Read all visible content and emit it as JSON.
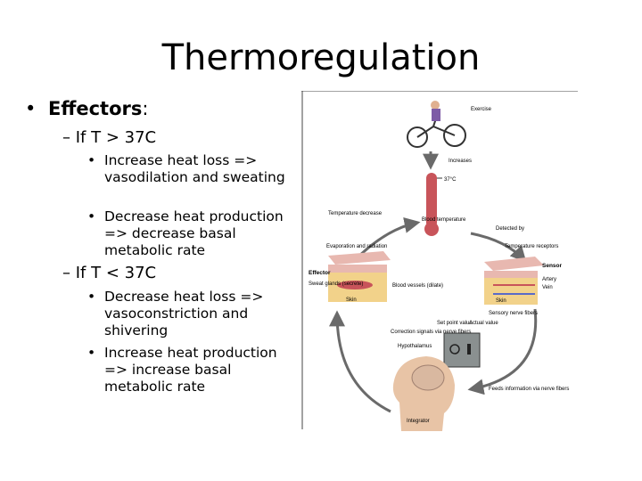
{
  "slide": {
    "title": "Thermoregulation",
    "effectors_label": "Effectors",
    "effectors_colon": ":",
    "sections": [
      {
        "heading": "If T  > 37C",
        "items": [
          "Increase heat loss => vasodilation and sweating",
          "Decrease heat production => decrease basal metabolic rate"
        ]
      },
      {
        "heading": "If T < 37C",
        "items": [
          "Decrease heat loss => vasoconstriction and shivering",
          "Increase heat production => increase basal metabolic rate"
        ]
      }
    ]
  },
  "figure": {
    "exercise": "Exercise",
    "increases": "Increases",
    "thermometer_value": "37°C",
    "blood_temperature": "Blood temperature",
    "temperature_decrease": "Temperature decrease",
    "detected_by": "Detected by",
    "temperature_receptors": "Temperature receptors",
    "evaporation_radiation": "Evaporation and radiation",
    "sensor": "Sensor",
    "artery": "Artery",
    "vein": "Vein",
    "skin": "Skin",
    "sensory_nerve_fibers": "Sensory nerve fibers",
    "effector": "Effector",
    "sweat_glands": "Sweat glands (secrete)",
    "blood_vessels": "Blood vessels (dilate)",
    "skin_effector": "Skin",
    "set_point": "Set point value",
    "actual_value": "Actual value",
    "correction_signals": "Correction signals via nerve fibers",
    "hypothalamus": "Hypothalamus",
    "feeds_information": "Feeds information via nerve fibers",
    "integrator": "Integrator",
    "colors": {
      "arrow": "#6a6a6a",
      "skin": "#e8b8b0",
      "tissue": "#f2d28a",
      "thermo": "#c8545a"
    }
  }
}
